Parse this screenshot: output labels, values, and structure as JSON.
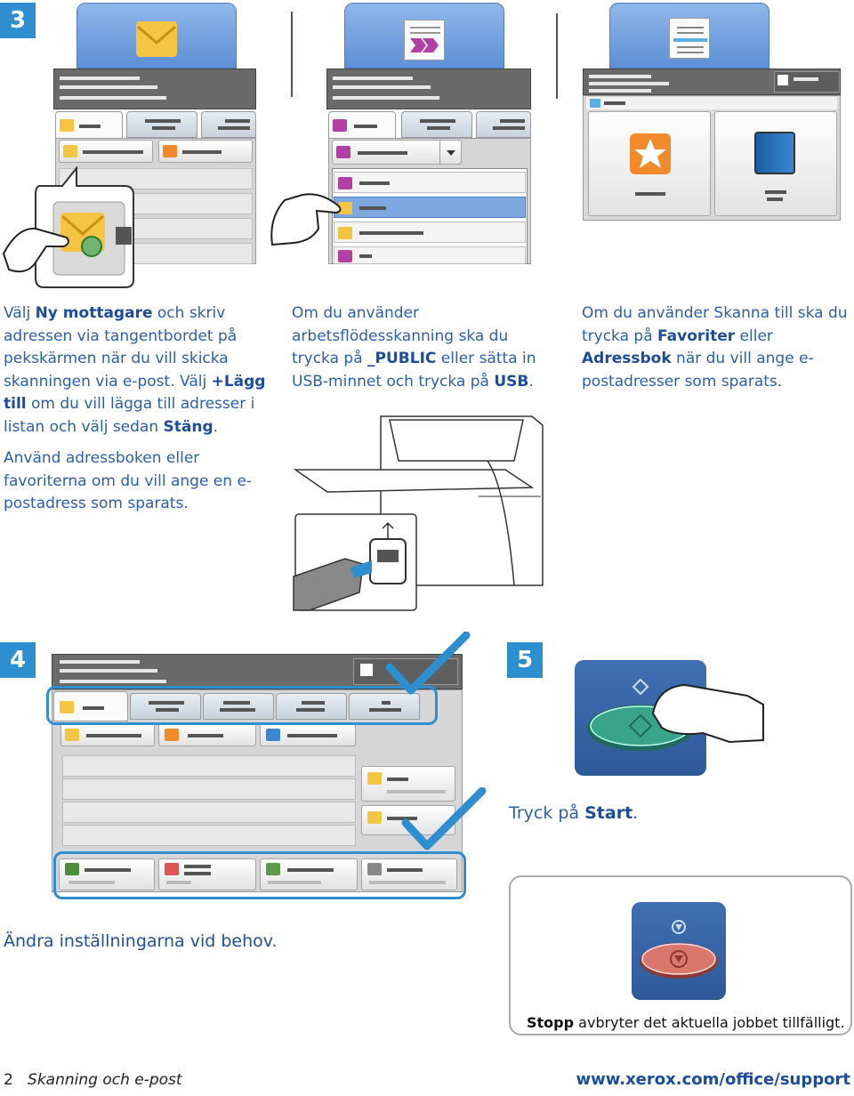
{
  "step3": {
    "number": "3",
    "col1_p1": [
      "Välj ",
      "Ny mottagare",
      " och skriv adressen via tangentbordet på pekskärmen när du vill skicka skanningen via e-post. Välj ",
      "+Lägg till",
      " om du vill lägga till adresser i listan och välj sedan ",
      "Stäng",
      "."
    ],
    "col1_p2": "Använd adressboken eller favoriterna om du vill ange en e-postadress som sparats.",
    "col2_p1": [
      "Om du använder arbetsflödesskanning ska du trycka på ",
      "_PUBLIC",
      " eller sätta in USB-minnet och trycka på ",
      "USB",
      "."
    ],
    "col3_p1": [
      "Om du använder Skanna till ska du trycka på ",
      "Favoriter",
      " eller ",
      "Adressbok",
      " när du vill ange e-postadresser som sparats."
    ]
  },
  "step4": {
    "number": "4",
    "text": "Ändra inställningarna vid behov."
  },
  "step5": {
    "number": "5",
    "text_pre": "Tryck på ",
    "text_bold": "Start",
    "text_post": ".",
    "stop_bold": "Stopp",
    "stop_text": " avbryter det aktuella jobbet tillfälligt."
  },
  "footer": {
    "page_number": "2",
    "section": "Skanning och e-post",
    "url": "www.xerox.com/office/support"
  },
  "colors": {
    "accent_blue": "#2d8fd0",
    "text_blue": "#2a5fb0",
    "check_blue": "#2d8fd0",
    "start_green": "#3aa38c",
    "stop_red": "#d9776c"
  }
}
